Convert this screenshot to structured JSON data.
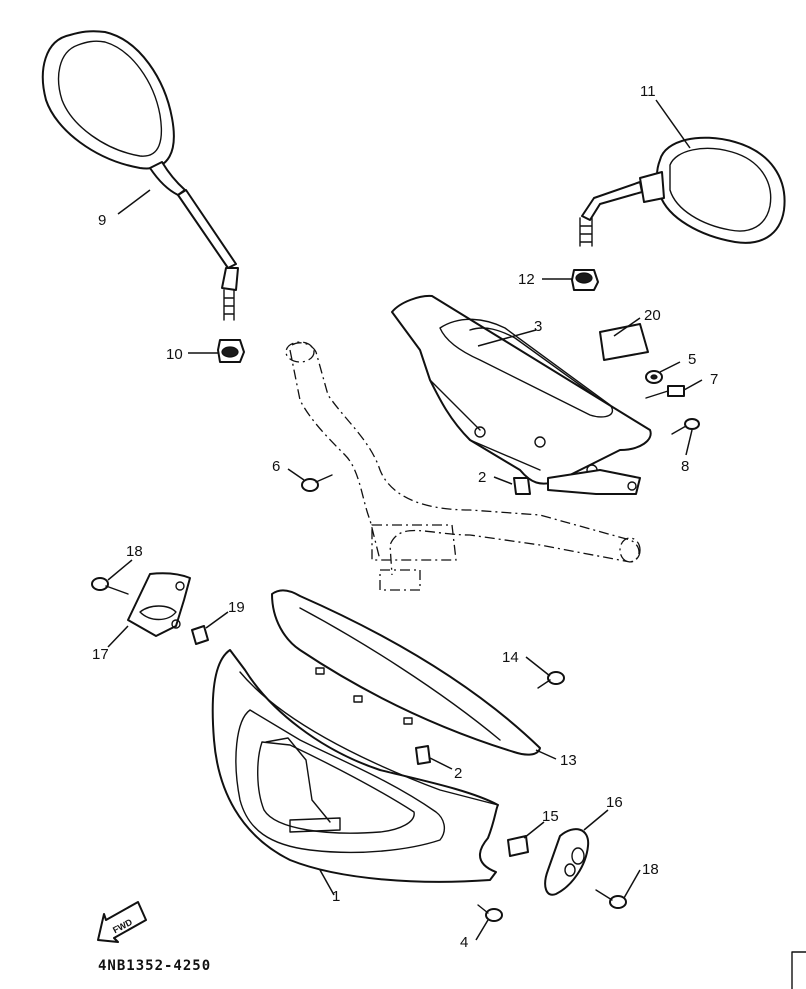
{
  "diagram": {
    "drawing_code": "4NB1352-4250",
    "direction_label": "FWD",
    "callouts": {
      "c1": "1",
      "c2a": "2",
      "c2b": "2",
      "c3": "3",
      "c4": "4",
      "c5": "5",
      "c6": "6",
      "c7": "7",
      "c8": "8",
      "c9": "9",
      "c10": "10",
      "c11": "11",
      "c12": "12",
      "c13": "13",
      "c14": "14",
      "c15": "15",
      "c16": "16",
      "c17": "17",
      "c18a": "18",
      "c18b": "18",
      "c19": "19",
      "c20": "20"
    }
  }
}
